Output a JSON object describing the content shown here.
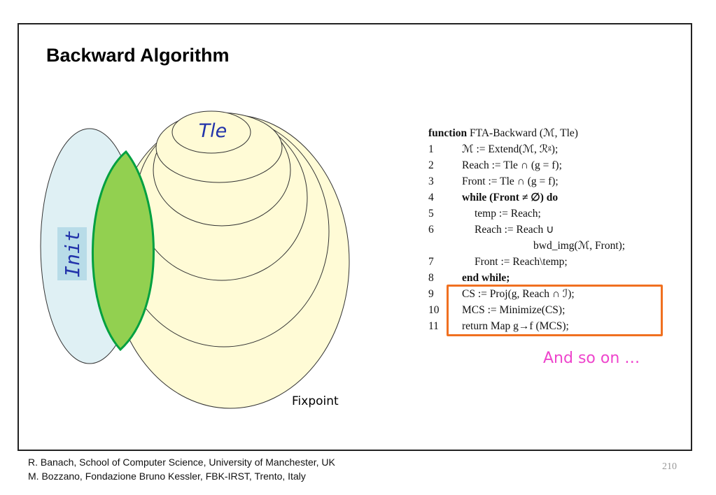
{
  "slide": {
    "title": "Backward Algorithm",
    "page_number": "210"
  },
  "diagram": {
    "tle_label": "Tle",
    "init_label": "Init",
    "fixpoint_label": "Fixpoint",
    "colors": {
      "tle_fill": "#fffbd6",
      "init_fill": "#dff0f4",
      "init_label_bg": "#b8dce8",
      "intersection_fill": "#92d050",
      "intersection_stroke": "#00a040",
      "label_blue": "#2233aa"
    }
  },
  "algorithm": {
    "header_keyword": "function",
    "header_text": "FTA-Backward (ℳ, Tle)",
    "lines": [
      {
        "num": "1",
        "text": "ℳ := Extend(ℳ, ℛᵍ);"
      },
      {
        "num": "2",
        "text": "Reach := Tle ∩ (g = f);"
      },
      {
        "num": "3",
        "text": "Front := Tle ∩ (g = f);"
      },
      {
        "num": "4",
        "text": "while (Front ≠ ∅) do"
      },
      {
        "num": "5",
        "text": "temp := Reach;"
      },
      {
        "num": "6",
        "text": "Reach := Reach ∪"
      },
      {
        "num": "",
        "text": "bwd_img(ℳ, Front);"
      },
      {
        "num": "7",
        "text": "Front := Reach\\temp;"
      },
      {
        "num": "8",
        "text": "end while;"
      },
      {
        "num": "9",
        "text": "CS := Proj(g, Reach ∩ ℐ);"
      },
      {
        "num": "10",
        "text": "MCS := Minimize(CS);"
      },
      {
        "num": "11",
        "text": "return Map g→f (MCS);"
      }
    ],
    "highlight_color": "#f07020"
  },
  "annotation": {
    "text": "And so on …",
    "color": "#ee44cc"
  },
  "footer": {
    "line1": "R. Banach, School of  Computer Science, University of Manchester, UK",
    "line2": "M. Bozzano, Fondazione Bruno Kessler, FBK-IRST, Trento, Italy"
  }
}
